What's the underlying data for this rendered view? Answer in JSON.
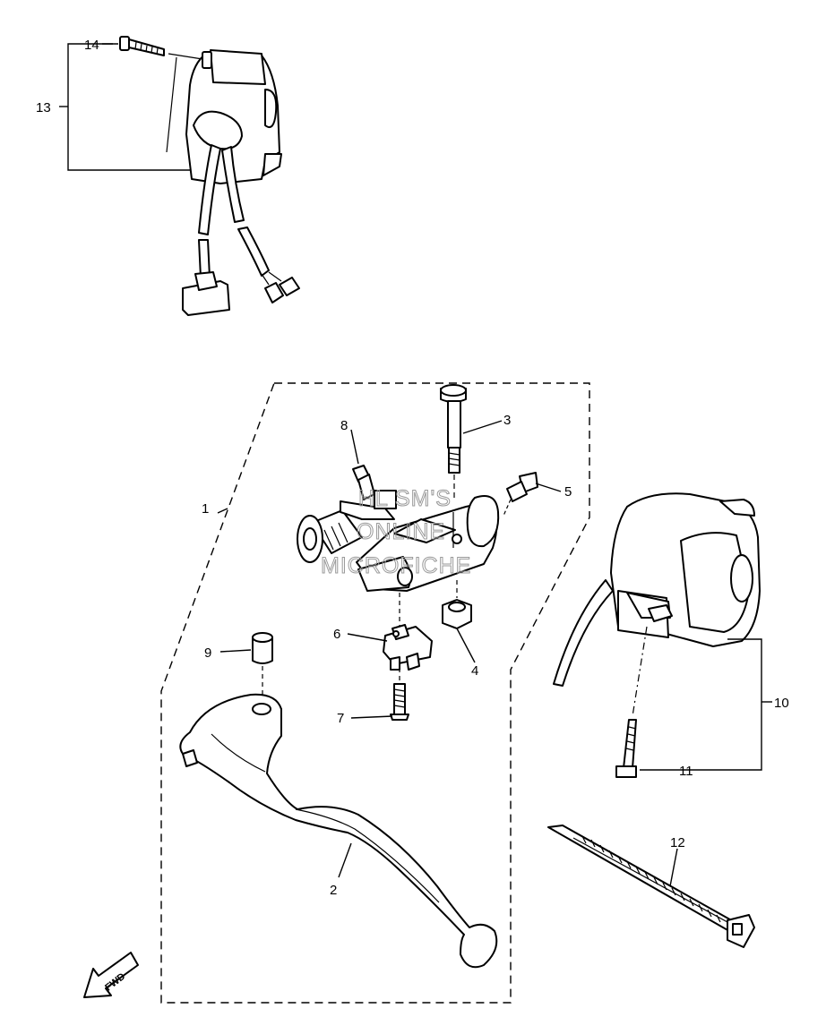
{
  "callouts": [
    {
      "id": "1",
      "text": "1"
    },
    {
      "id": "2",
      "text": "2"
    },
    {
      "id": "3",
      "text": "3"
    },
    {
      "id": "4",
      "text": "4"
    },
    {
      "id": "5",
      "text": "5"
    },
    {
      "id": "6",
      "text": "6"
    },
    {
      "id": "7",
      "text": "7"
    },
    {
      "id": "8",
      "text": "8"
    },
    {
      "id": "9",
      "text": "9"
    },
    {
      "id": "10",
      "text": "10"
    },
    {
      "id": "11",
      "text": "11"
    },
    {
      "id": "12",
      "text": "12"
    },
    {
      "id": "13",
      "text": "13"
    },
    {
      "id": "14",
      "text": "14"
    }
  ],
  "watermark": {
    "line1": "HL SM'S",
    "line2": "ONLINE",
    "line3": "MICROFICHE"
  },
  "direction_arrow": {
    "text": "FWD"
  }
}
